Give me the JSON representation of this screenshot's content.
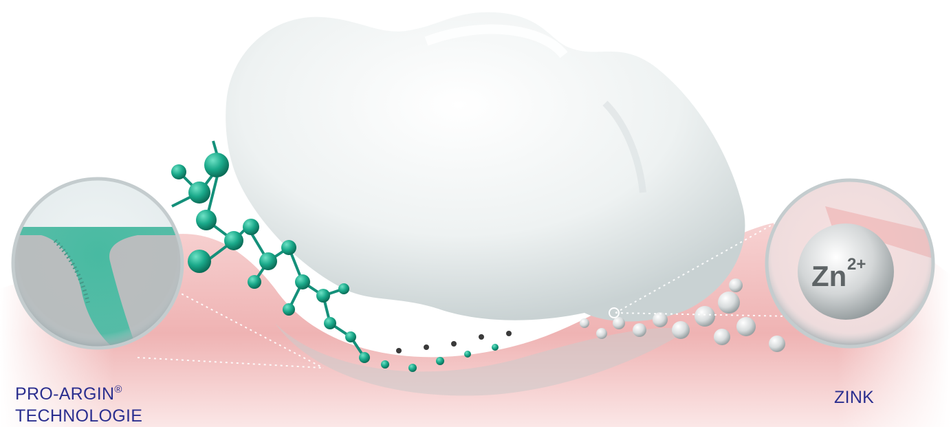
{
  "labels": {
    "pro_argin": "PRO-ARGIN",
    "registered_mark": "®",
    "technologie": "TECHNOLOGIE",
    "zink": "ZINK",
    "zinc_ion": "Zn",
    "zinc_charge": "2+"
  },
  "colors": {
    "label_text": "#2b2f8f",
    "molecule": "#1aa98a",
    "gum": "#f2b9b9",
    "tooth": "#f4f7f7",
    "zinc_sphere": "#d9d9d9"
  },
  "icons": {
    "tooth": "tooth-illustration",
    "gum": "gum-illustration",
    "molecule": "arginine-molecule-chain",
    "magnifier_left": "dentin-tubule-magnifier",
    "magnifier_right": "zinc-ion-magnifier"
  }
}
